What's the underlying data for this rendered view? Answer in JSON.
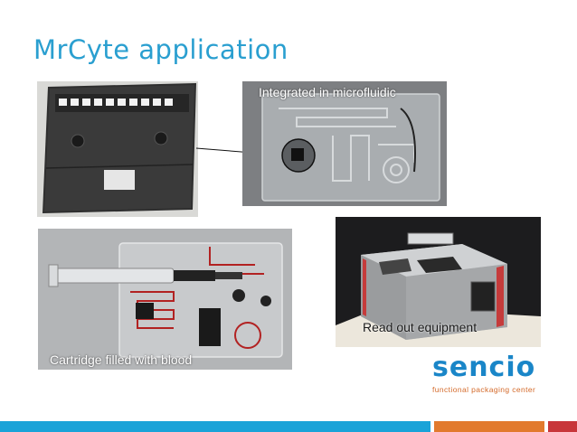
{
  "slide": {
    "title": "MrCyte application"
  },
  "photos": {
    "chip": {
      "description_label": ""
    },
    "microfluidic": {
      "caption": "Integrated in microfluidic"
    },
    "cartridge": {
      "caption": "Cartridge filled with blood"
    },
    "equipment": {
      "caption": "Read out equipment"
    }
  },
  "logo": {
    "word": "sencio",
    "tagline": "functional packaging center"
  },
  "colors": {
    "title": "#2a9fd0",
    "brand_blue": "#1a86c8",
    "brand_orange": "#e07b30",
    "footer_blue": "#1aa3d8",
    "footer_orange": "#e27a2d",
    "footer_red": "#c8363a"
  }
}
